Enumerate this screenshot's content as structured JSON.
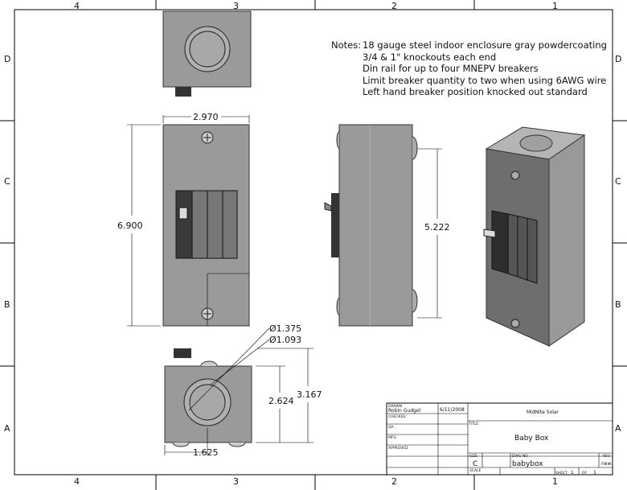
{
  "zones": {
    "columns": [
      "4",
      "3",
      "2",
      "1"
    ],
    "rows": [
      "D",
      "C",
      "B",
      "A"
    ]
  },
  "notes": {
    "label": "Notes:",
    "lines": [
      "18 gauge steel indoor enclosure gray powdercoating",
      "3/4 & 1\" knockouts each end",
      "Din rail for up to four MNEPV breakers",
      "Limit breaker quantity to two when using 6AWG wire",
      "Left hand breaker position knocked out standard"
    ]
  },
  "dimensions": {
    "width": "2.970",
    "height": "6.900",
    "side_height": "5.222",
    "knockout_large": "Ø1.375",
    "knockout_small": "Ø1.093",
    "bottom_depth": "2.624",
    "bottom_depth_total": "3.167",
    "knockout_offset": "1.625"
  },
  "title_block": {
    "drawn_label": "DRAWN",
    "drawn_by": "Robin Gudgel",
    "drawn_date": "6/11/2008",
    "checked_label": "CHECKED",
    "qa_label": "QA",
    "mfg_label": "MFG",
    "approved_label": "APPROVED",
    "company": "MidNite Solar",
    "title_label": "TITLE",
    "title": "Baby Box",
    "size_label": "SIZE",
    "size": "C",
    "dwg_no_label": "DWG NO",
    "dwg_no": "babybox",
    "rev_label": "REV",
    "rev": "new",
    "scale_label": "SCALE",
    "sheet_label": "SHEET",
    "sheet": "1",
    "of_label": "OF",
    "of": "1"
  },
  "colors": {
    "enclosure": "#9a9a9a",
    "breaker": "#3a3a3a",
    "line": "#000000"
  }
}
